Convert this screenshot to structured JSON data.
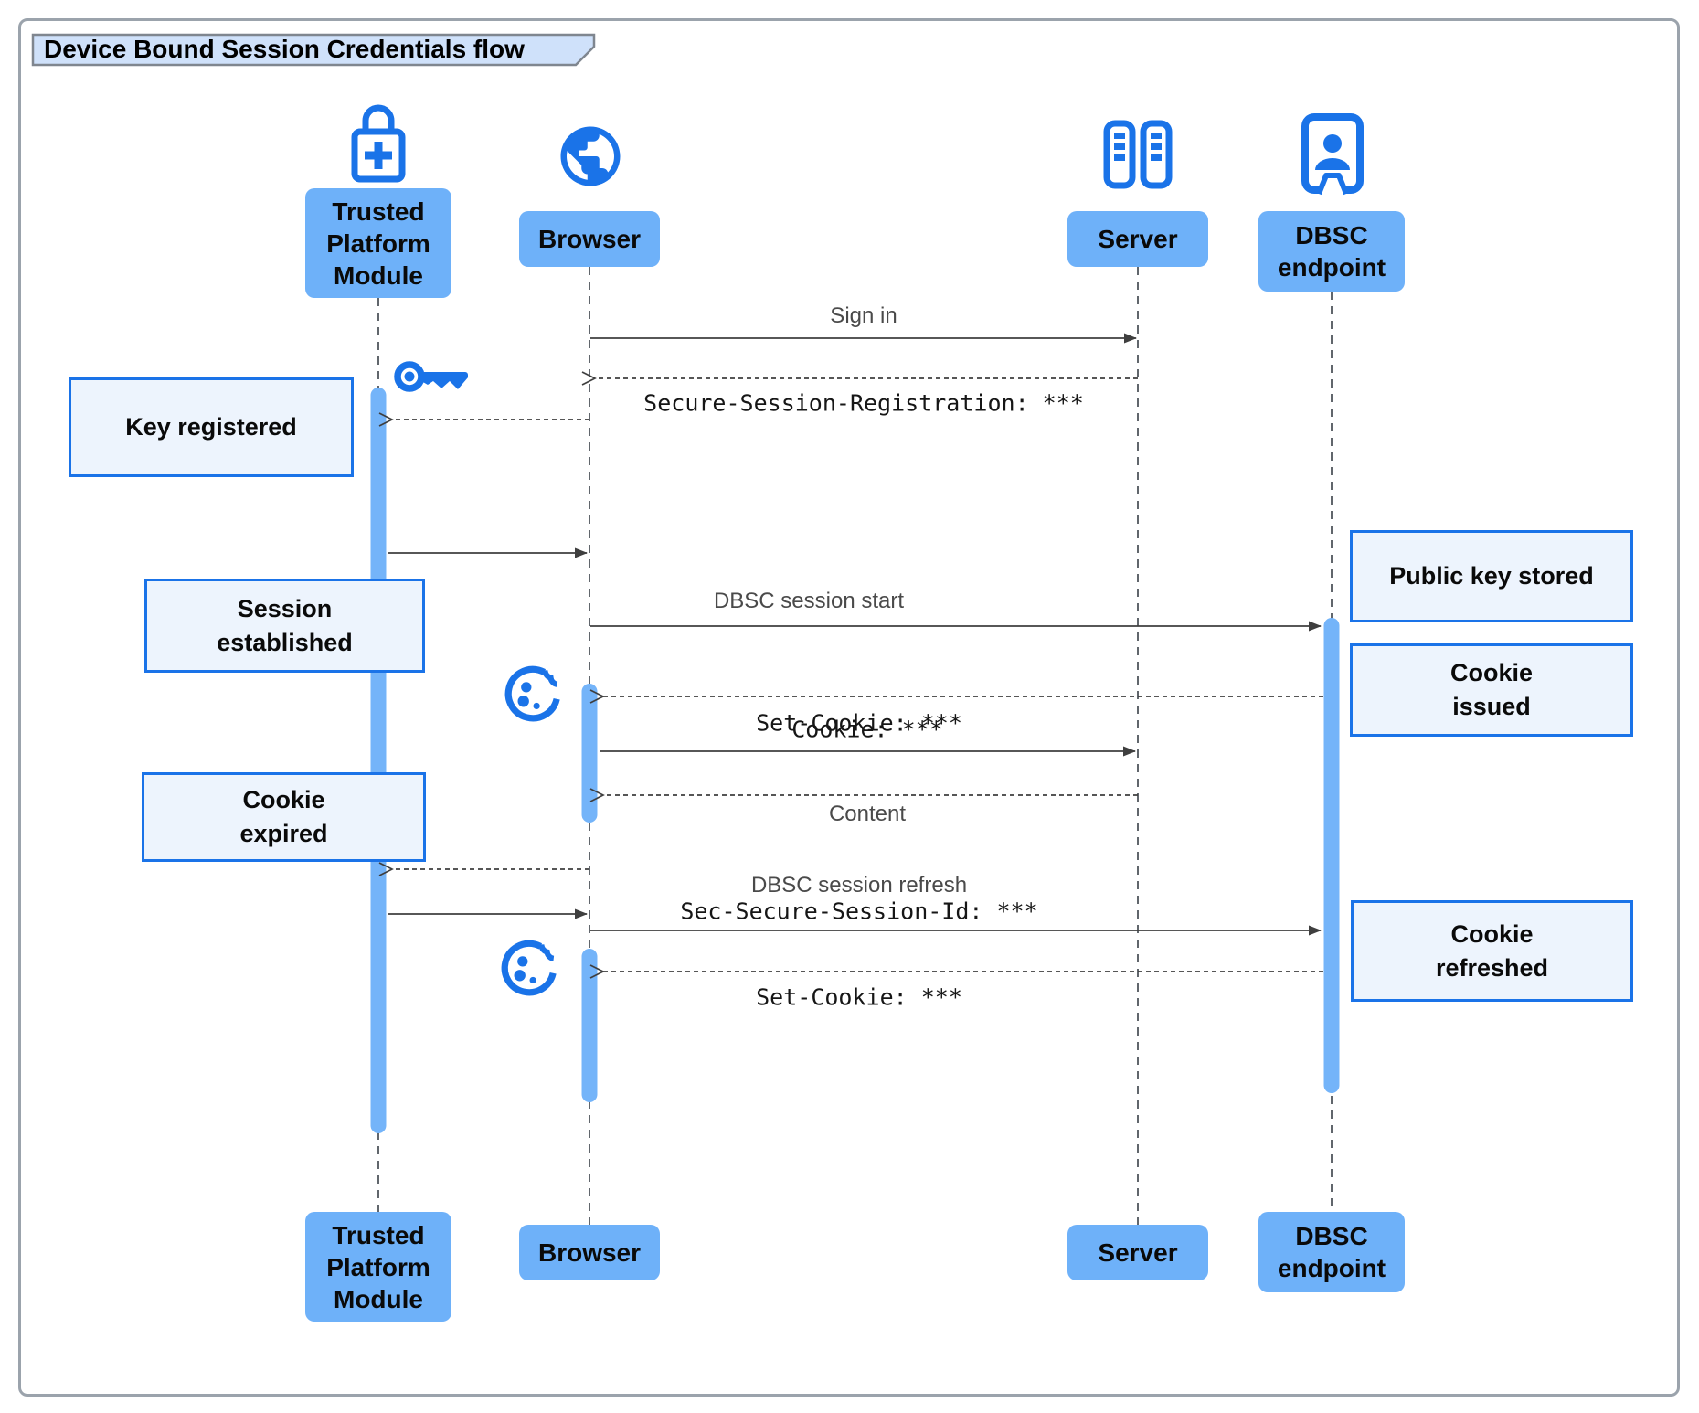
{
  "title": "Device Bound Session Credentials flow",
  "colors": {
    "accent": "#1A73E8",
    "actor_fill": "#6EB1F9",
    "activation_fill": "#74B4F9",
    "note_fill": "#EDF4FD",
    "note_border": "#1A73E8",
    "title_fill": "#CFE1FA",
    "line": "#3F3F3F",
    "muted": "#4A4A4A"
  },
  "actors": [
    {
      "id": "tpm",
      "label_lines": [
        "Trusted",
        "Platform",
        "Module"
      ],
      "icon": "lock-plus-icon"
    },
    {
      "id": "browser",
      "label_lines": [
        "Browser"
      ],
      "icon": "globe-icon"
    },
    {
      "id": "server",
      "label_lines": [
        "Server"
      ],
      "icon": "server-rack-icon"
    },
    {
      "id": "dbsc",
      "label_lines": [
        "DBSC",
        "endpoint"
      ],
      "icon": "endpoint-person-icon"
    }
  ],
  "notes": [
    {
      "id": "key-registered",
      "lines": [
        "Key registered"
      ]
    },
    {
      "id": "session-established",
      "lines": [
        "Session",
        "established"
      ]
    },
    {
      "id": "public-key-stored",
      "lines": [
        "Public key stored"
      ]
    },
    {
      "id": "cookie-issued",
      "lines": [
        "Cookie",
        "issued"
      ]
    },
    {
      "id": "cookie-expired",
      "lines": [
        "Cookie",
        "expired"
      ]
    },
    {
      "id": "cookie-refreshed",
      "lines": [
        "Cookie",
        "refreshed"
      ]
    }
  ],
  "messages": [
    {
      "id": "sign-in",
      "label": "Sign in",
      "from": "Browser",
      "to": "Server",
      "line": "solid",
      "font": "sans"
    },
    {
      "id": "secure-session-registration",
      "label": "Secure-Session-Registration: ***",
      "from": "Server",
      "to": "Browser",
      "line": "dashed",
      "font": "mono"
    },
    {
      "id": "key-register-request",
      "label": "",
      "from": "Browser",
      "to": "Trusted Platform Module",
      "line": "dashed",
      "font": ""
    },
    {
      "id": "key-registered-reply",
      "label": "",
      "from": "Trusted Platform Module",
      "to": "Browser",
      "line": "solid",
      "font": ""
    },
    {
      "id": "dbsc-session-start",
      "label": "DBSC session start",
      "from": "Browser",
      "to": "DBSC endpoint",
      "line": "solid",
      "font": "sans"
    },
    {
      "id": "set-cookie-issued",
      "label": "Set-Cookie: ***",
      "from": "DBSC endpoint",
      "to": "Browser",
      "line": "dashed",
      "font": "mono"
    },
    {
      "id": "cookie",
      "label": "Cookie: ***",
      "from": "Browser",
      "to": "Server",
      "line": "solid",
      "font": "mono"
    },
    {
      "id": "content",
      "label": "Content",
      "from": "Server",
      "to": "Browser",
      "line": "dashed",
      "font": "sans"
    },
    {
      "id": "refresh-request-to-tpm",
      "label": "",
      "from": "Browser",
      "to": "Trusted Platform Module",
      "line": "dashed",
      "font": ""
    },
    {
      "id": "tpm-sign-reply",
      "label": "",
      "from": "Trusted Platform Module",
      "to": "Browser",
      "line": "solid",
      "font": ""
    },
    {
      "id": "dbsc-session-refresh",
      "label": "DBSC session refresh",
      "label2": "Sec-Secure-Session-Id: ***",
      "from": "Browser",
      "to": "DBSC endpoint",
      "line": "solid",
      "font": "sans+mono"
    },
    {
      "id": "set-cookie-refreshed",
      "label": "Set-Cookie: ***",
      "from": "DBSC endpoint",
      "to": "Browser",
      "line": "dashed",
      "font": "mono"
    }
  ],
  "misc_icons": [
    "key-icon",
    "cookie-icon",
    "cookie-icon"
  ]
}
